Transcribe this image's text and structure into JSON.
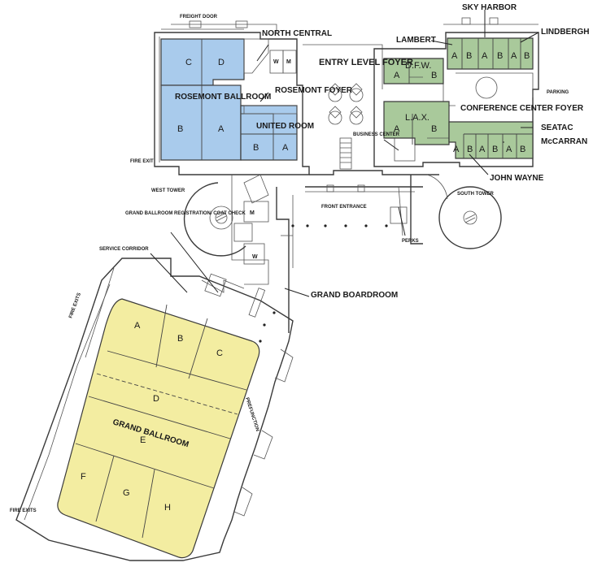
{
  "labels": {
    "freight_door": "FREIGHT DOOR",
    "north_central": "NORTH CENTRAL",
    "rosemont_ballroom": "ROSEMONT BALLROOM",
    "rosemont_foyer": "ROSEMONT FOYER",
    "united_room": "UNITED ROOM",
    "entry_level_foyer": "ENTRY LEVEL FOYER",
    "sky_harbor": "SKY HARBOR",
    "lambert": "LAMBERT",
    "lindbergh": "LINDBERGH",
    "dfw": "D.F.W.",
    "lax": "L.A.X.",
    "conference_center_foyer": "CONFERENCE CENTER FOYER",
    "parking": "PARKING",
    "seatac": "SEATAC",
    "mccarran": "McCARRAN",
    "john_wayne": "JOHN WAYNE",
    "business_center": "BUSINESS CENTER",
    "fire_exit": "FIRE EXIT",
    "west_tower": "WEST TOWER",
    "south_tower": "SOUTH TOWER",
    "front_entrance": "FRONT ENTRANCE",
    "perks": "PERKS",
    "grand_ballroom_registration": "GRAND BALLROOM REGISTRATION/ COAT CHECK",
    "service_corridor": "SERVICE CORRIDOR",
    "grand_boardroom": "GRAND BOARDROOM",
    "fire_exits": "FIRE EXITS",
    "prefunction": "PREFUNCTION",
    "grand_ballroom": "GRAND BALLROOM"
  },
  "sections": {
    "A": "A",
    "B": "B",
    "C": "C",
    "D": "D",
    "E": "E",
    "F": "F",
    "G": "G",
    "H": "H",
    "W": "W",
    "M": "M"
  },
  "colors": {
    "rosemont": "#a9cbec",
    "conference": "#a9c99b",
    "grand_ballroom": "#f3eda1"
  }
}
